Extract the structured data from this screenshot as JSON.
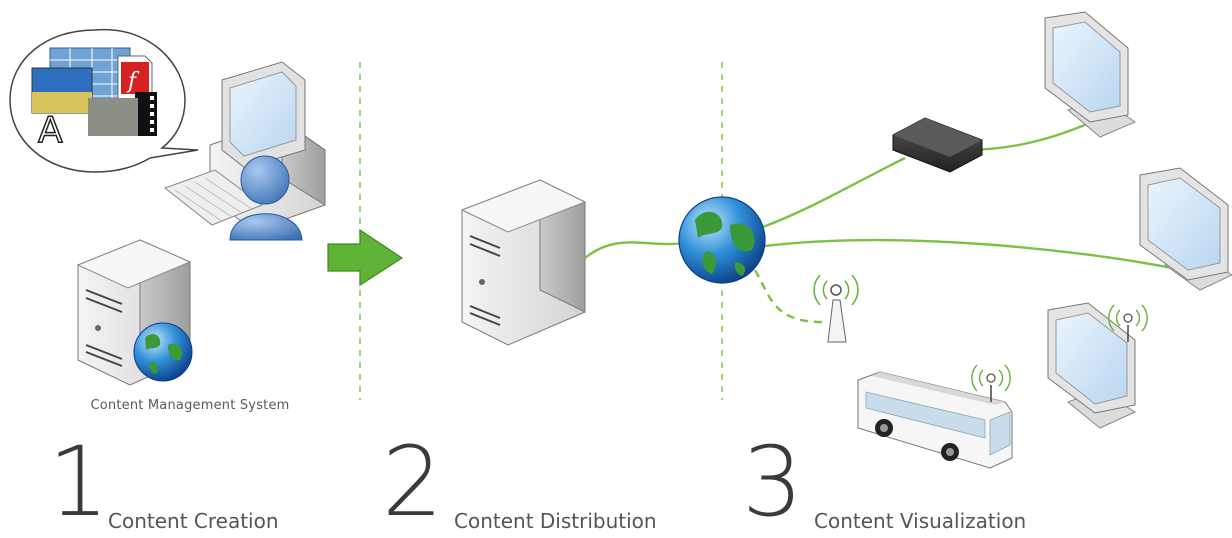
{
  "cms_label": "Content Management System",
  "steps": [
    {
      "number": "1",
      "label": "Content Creation"
    },
    {
      "number": "2",
      "label": "Content Distribution"
    },
    {
      "number": "3",
      "label": "Content Visualization"
    }
  ],
  "colors": {
    "link_green": "#7cc242",
    "arrow_green": "#5fb336",
    "divider_green": "#7cc242",
    "monitor_screen": "#d6e9f8",
    "person_blue": "#4f86c6"
  },
  "icons": [
    "speech-bubble-media-icon",
    "desktop-computer-icon",
    "keyboard-icon",
    "user-icon",
    "cms-server-icon",
    "globe-icon",
    "forward-arrow-icon",
    "distribution-server-icon",
    "set-top-box-icon",
    "monitor-icon",
    "antenna-icon",
    "bus-icon",
    "wireless-monitor-icon"
  ]
}
